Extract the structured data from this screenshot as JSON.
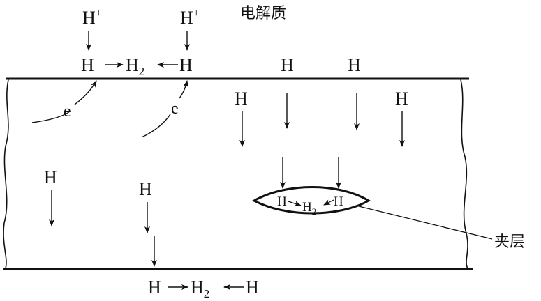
{
  "labels": {
    "electrolyte": "电解质",
    "interlayer": "夹层",
    "h": "H",
    "h_plus_base": "H",
    "h_plus_sup": "+",
    "h2_base": "H",
    "h2_sub": "2",
    "electron": "e"
  },
  "colors": {
    "ink": "#111111",
    "background": "#ffffff"
  }
}
